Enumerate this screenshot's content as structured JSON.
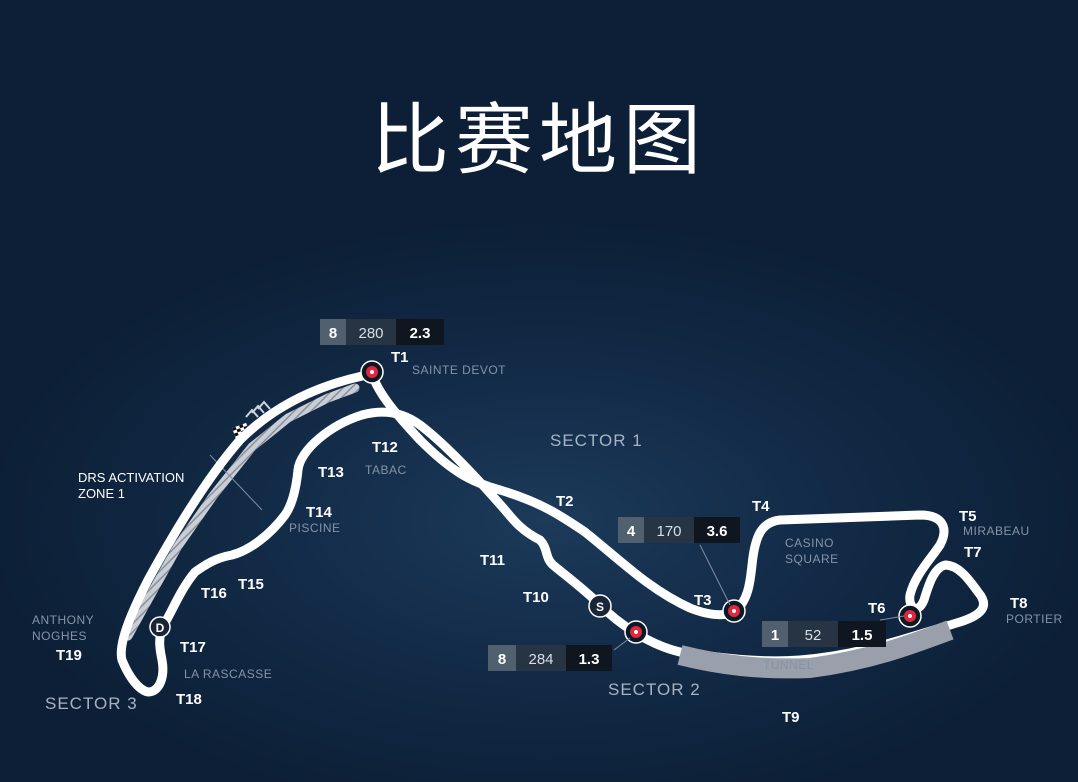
{
  "title": "比赛地图",
  "turns": [
    {
      "id": "T1",
      "name": "SAINTE DEVOT"
    },
    {
      "id": "T2",
      "name": ""
    },
    {
      "id": "T3",
      "name": ""
    },
    {
      "id": "T4",
      "name": "CASINO SQUARE"
    },
    {
      "id": "T5",
      "name": "MIRABEAU"
    },
    {
      "id": "T6",
      "name": ""
    },
    {
      "id": "T7",
      "name": ""
    },
    {
      "id": "T8",
      "name": "PORTIER"
    },
    {
      "id": "T9",
      "name": ""
    },
    {
      "id": "T10",
      "name": ""
    },
    {
      "id": "T11",
      "name": ""
    },
    {
      "id": "T12",
      "name": "TABAC"
    },
    {
      "id": "T13",
      "name": ""
    },
    {
      "id": "T14",
      "name": "PISCINE"
    },
    {
      "id": "T15",
      "name": ""
    },
    {
      "id": "T16",
      "name": ""
    },
    {
      "id": "T17",
      "name": ""
    },
    {
      "id": "T18",
      "name": "LA RASCASSE"
    },
    {
      "id": "T19",
      "name": "ANTHONY NOGHES"
    }
  ],
  "corner_names": {
    "casino_line1": "CASINO",
    "casino_line2": "SQUARE",
    "anthony_line1": "ANTHONY",
    "anthony_line2": "NOGHES"
  },
  "sectors": [
    "SECTOR 1",
    "SECTOR 2",
    "SECTOR 3"
  ],
  "drs": {
    "line1": "DRS ACTIVATION",
    "line2": "ZONE 1",
    "marker": "D"
  },
  "tunnel_label": "TUNNEL",
  "speed_trap_marker": "S",
  "corner_stats": [
    {
      "corner": "T1",
      "gear": "8",
      "speed": "280",
      "g_force": "2.3"
    },
    {
      "corner": "T3",
      "gear": "4",
      "speed": "170",
      "g_force": "3.6"
    },
    {
      "corner": "T6",
      "gear": "1",
      "speed": "52",
      "g_force": "1.5"
    },
    {
      "corner": "T10",
      "gear": "8",
      "speed": "284",
      "g_force": "1.3"
    }
  ],
  "colors": {
    "background": "#0c1f36",
    "track": "#ffffff",
    "tunnel": "#9aa0ab",
    "brake_marker": "#e0283c",
    "stat_gear_box": "#51606f",
    "stat_speed_box": "#263444",
    "stat_g_box": "#10161f"
  }
}
